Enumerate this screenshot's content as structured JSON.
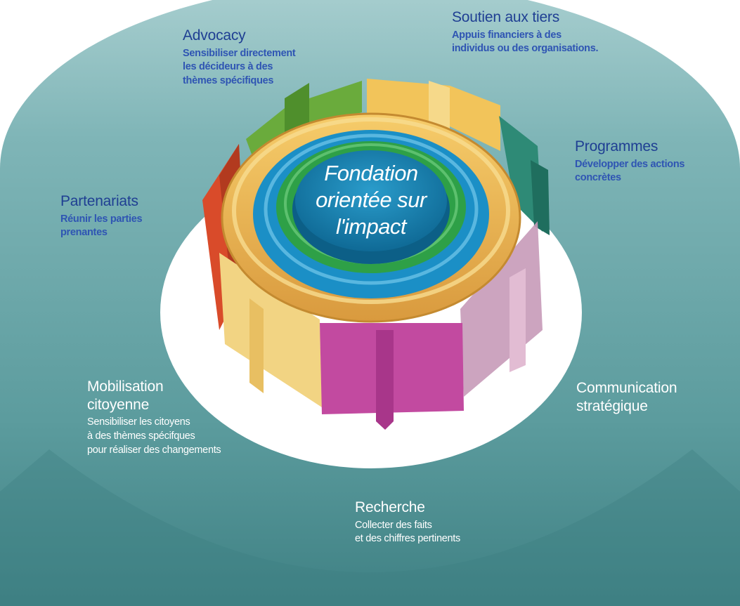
{
  "center": {
    "line1": "Fondation",
    "line2": "orientée sur",
    "line3": "l'impact"
  },
  "labels": {
    "advocacy": {
      "title": "Advocacy",
      "desc": [
        "Sensibiliser directement",
        "les décideurs à des",
        "thèmes spécifiques"
      ]
    },
    "soutien": {
      "title": "Soutien aux tiers",
      "desc": [
        "Appuis financiers à des",
        "individus ou des organisations."
      ]
    },
    "programmes": {
      "title": "Programmes",
      "desc": [
        "Développer des actions",
        "concrètes"
      ]
    },
    "partenariats": {
      "title": "Partenariats",
      "desc": [
        "Réunir les parties",
        "prenantes"
      ]
    },
    "mobilisation": {
      "title": [
        "Mobilisation",
        "citoyenne"
      ],
      "desc": [
        "Sensibiliser les citoyens",
        "à des thèmes spécifques",
        "pour réaliser des changements"
      ]
    },
    "communication": {
      "title": [
        "Communication",
        "stratégique"
      ]
    },
    "recherche": {
      "title": "Recherche",
      "desc": [
        "Collecter des faits",
        "et des chiffres pertinents"
      ]
    }
  },
  "colors": {
    "teal_ring": "#5f9fa0",
    "teal_dark": "#3d7d80",
    "advocacy": "#6aab3c",
    "soutien": "#f2c45a",
    "programmes": "#2e8a76",
    "partenariats": "#d94b2a",
    "mobilisation": "#f2d483",
    "communication": "#c79ab8",
    "recherche": "#c24aa0",
    "core_blue": "#1b8fc6",
    "core_green": "#2ea047",
    "core_center": "#12709e"
  }
}
